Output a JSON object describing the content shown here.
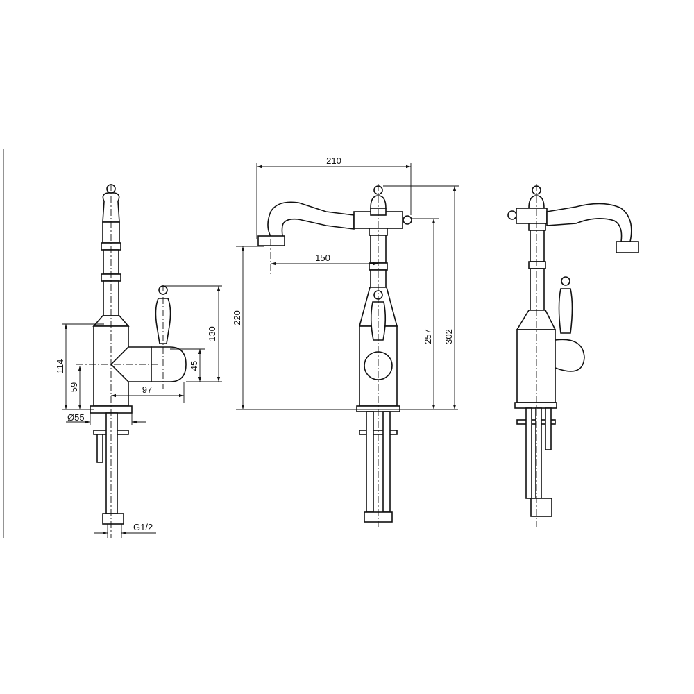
{
  "drawing": {
    "title": "Faucet technical drawing",
    "views": [
      "side",
      "front",
      "rear-side"
    ],
    "dimensions": {
      "spout_reach_total": "210",
      "spout_reach_center": "150",
      "spout_height": "220",
      "overall_height_spout_top": "257",
      "overall_height": "302",
      "handle_height": "130",
      "handle_offset": "45",
      "body_height": "114",
      "handle_axis_height": "59",
      "handle_projection": "97",
      "base_diameter": "Ø55",
      "thread": "G1/2"
    },
    "line_color": "#111111",
    "background": "#ffffff"
  }
}
